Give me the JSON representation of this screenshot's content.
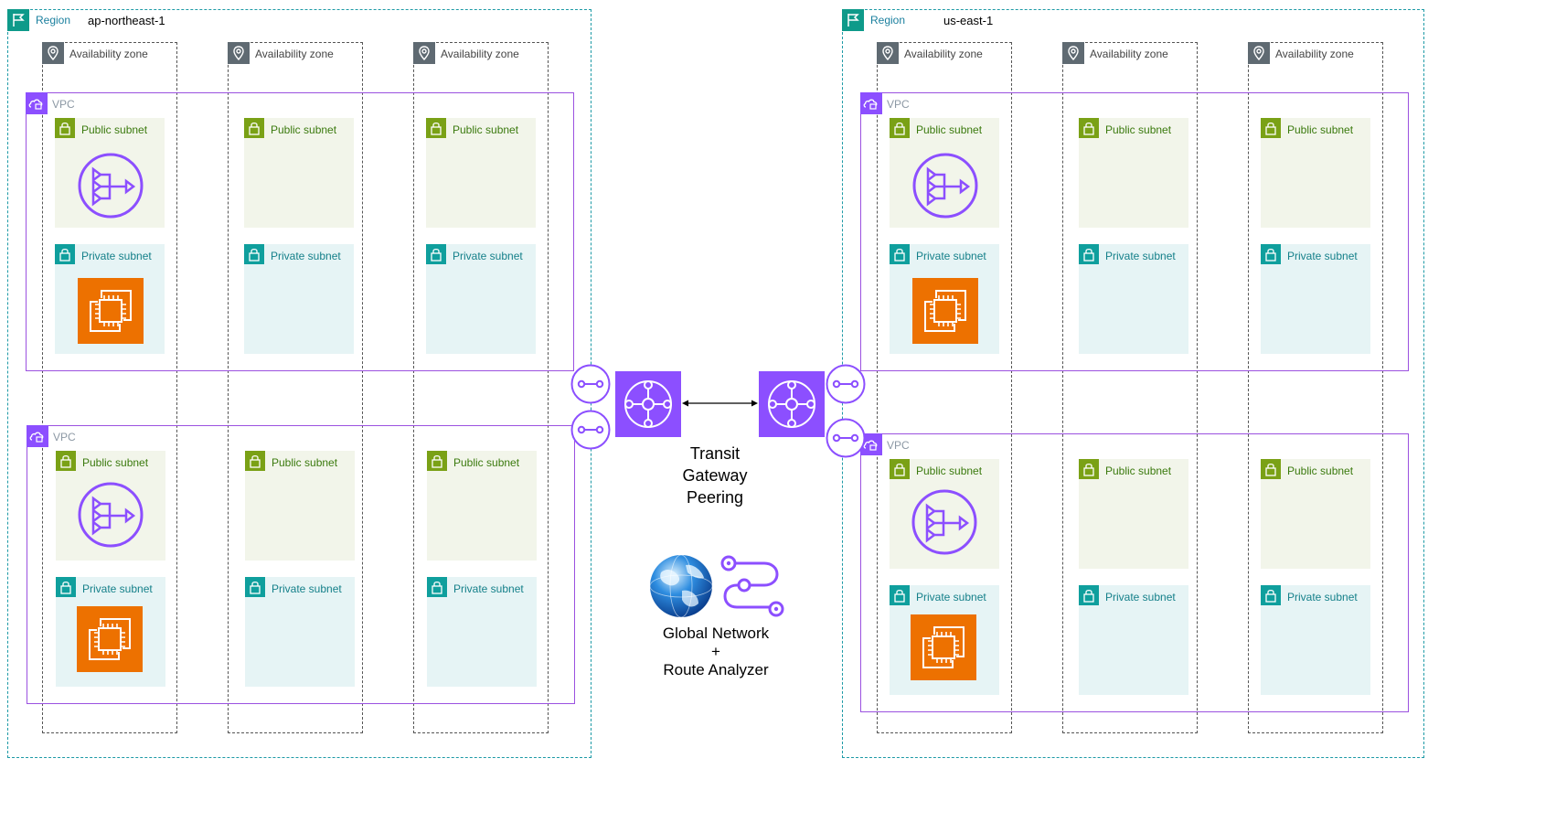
{
  "regions": [
    {
      "label": "Region",
      "name": "ap-northeast-1"
    },
    {
      "label": "Region",
      "name": "us-east-1"
    }
  ],
  "labels": {
    "availability_zone": "Availability zone",
    "vpc": "VPC",
    "public_subnet": "Public subnet",
    "private_subnet": "Private subnet"
  },
  "transit": {
    "line1": "Transit",
    "line2": "Gateway",
    "line3": "Peering"
  },
  "global": {
    "line1": "Global Network",
    "line2": "+",
    "line3": "Route Analyzer"
  },
  "icons": {
    "region": "region-flag-icon",
    "availability_zone": "location-pin-icon",
    "vpc": "vpc-cloud-icon",
    "subnet": "padlock-icon",
    "nat_gateway": "nat-gateway-icon",
    "ec2": "ec2-instance-icon",
    "transit_gateway": "transit-gateway-icon",
    "attachment": "tgw-attachment-icon",
    "global_network": "globe-icon",
    "route_analyzer": "route-analyzer-icon"
  },
  "colors": {
    "region_border": "#1d9aa6",
    "vpc_border": "#9b51e0",
    "public_subnet_bg": "#f2f5ea",
    "private_subnet_bg": "#e6f4f5",
    "ec2": "#ed7100",
    "network_purple": "#8c4fff"
  }
}
